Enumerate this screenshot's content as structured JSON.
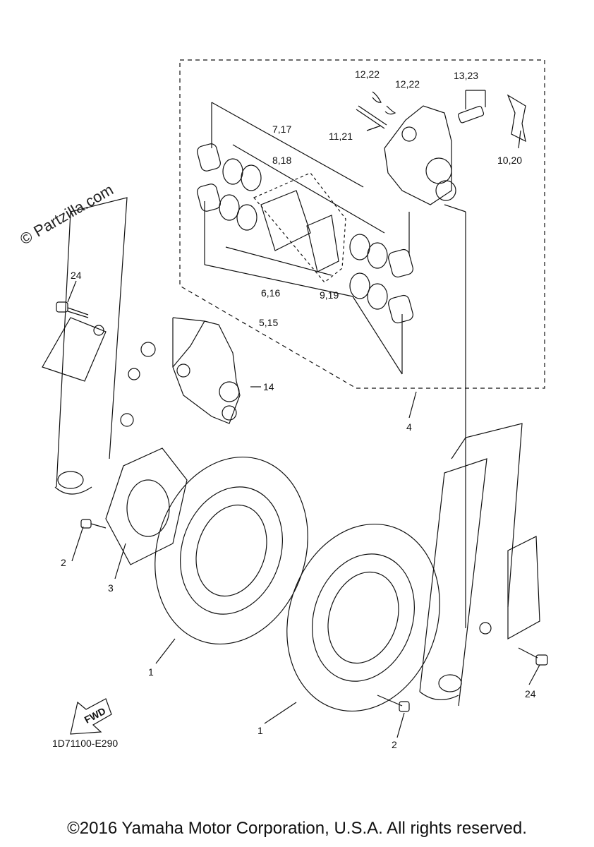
{
  "watermark": "© Partzilla.com",
  "diagram_code": "1D71100-E290",
  "copyright": "©2016 Yamaha Motor Corporation, U.S.A. All rights reserved.",
  "fwd_label": "FWD",
  "callouts": {
    "c1a": "1",
    "c1b": "1",
    "c2a": "2",
    "c2b": "2",
    "c3": "3",
    "c4": "4",
    "c5": "5,15",
    "c6": "6,16",
    "c7": "7,17",
    "c8": "8,18",
    "c9": "9,19",
    "c10": "10,20",
    "c11": "11,21",
    "c12a": "12,22",
    "c12b": "12,22",
    "c13": "13,23",
    "c14": "14",
    "c24a": "24",
    "c24b": "24"
  }
}
